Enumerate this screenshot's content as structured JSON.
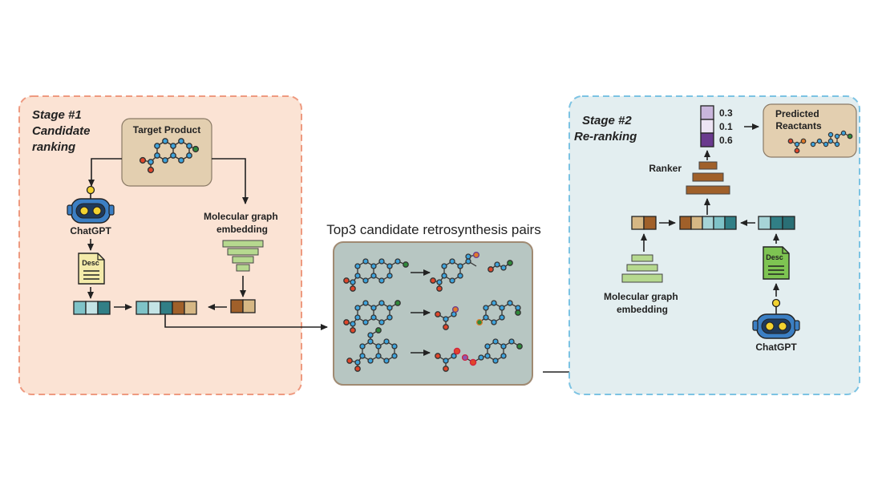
{
  "stage1": {
    "title_line1": "Stage #1",
    "title_line2": "Candidate",
    "title_line3": "ranking",
    "target_product": "Target Product",
    "chatgpt": "ChatGPT",
    "desc": "Desc",
    "mol_graph_line1": "Molecular graph",
    "mol_graph_line2": "embedding"
  },
  "middle": {
    "title": "Top3 candidate retrosynthesis pairs"
  },
  "stage2": {
    "title_line1": "Stage #2",
    "title_line2": "Re-ranking",
    "ranker": "Ranker",
    "scores": [
      "0.3",
      "0.1",
      "0.6"
    ],
    "predicted_line1": "Predicted",
    "predicted_line2": "Reactants",
    "mol_graph_line1": "Molecular graph",
    "mol_graph_line2": "embedding",
    "desc": "Desc",
    "chatgpt": "ChatGPT"
  },
  "colors": {
    "stage1_bg": "#fbe3d4",
    "stage1_border": "#ee9a80",
    "stage2_bg": "#e3eef0",
    "stage2_border": "#7cc3e3",
    "panel_bg": "#b7c6c2",
    "atom_blue": "#3ea4dd",
    "atom_red": "#e0462a",
    "atom_green": "#2f8a3a",
    "brown": "#a0602a",
    "tan": "#d6b784",
    "teal_dark": "#317f86",
    "teal_light": "#a6d4d7",
    "green_embed": "#b6d98f",
    "purple": "#6a3a8e"
  }
}
